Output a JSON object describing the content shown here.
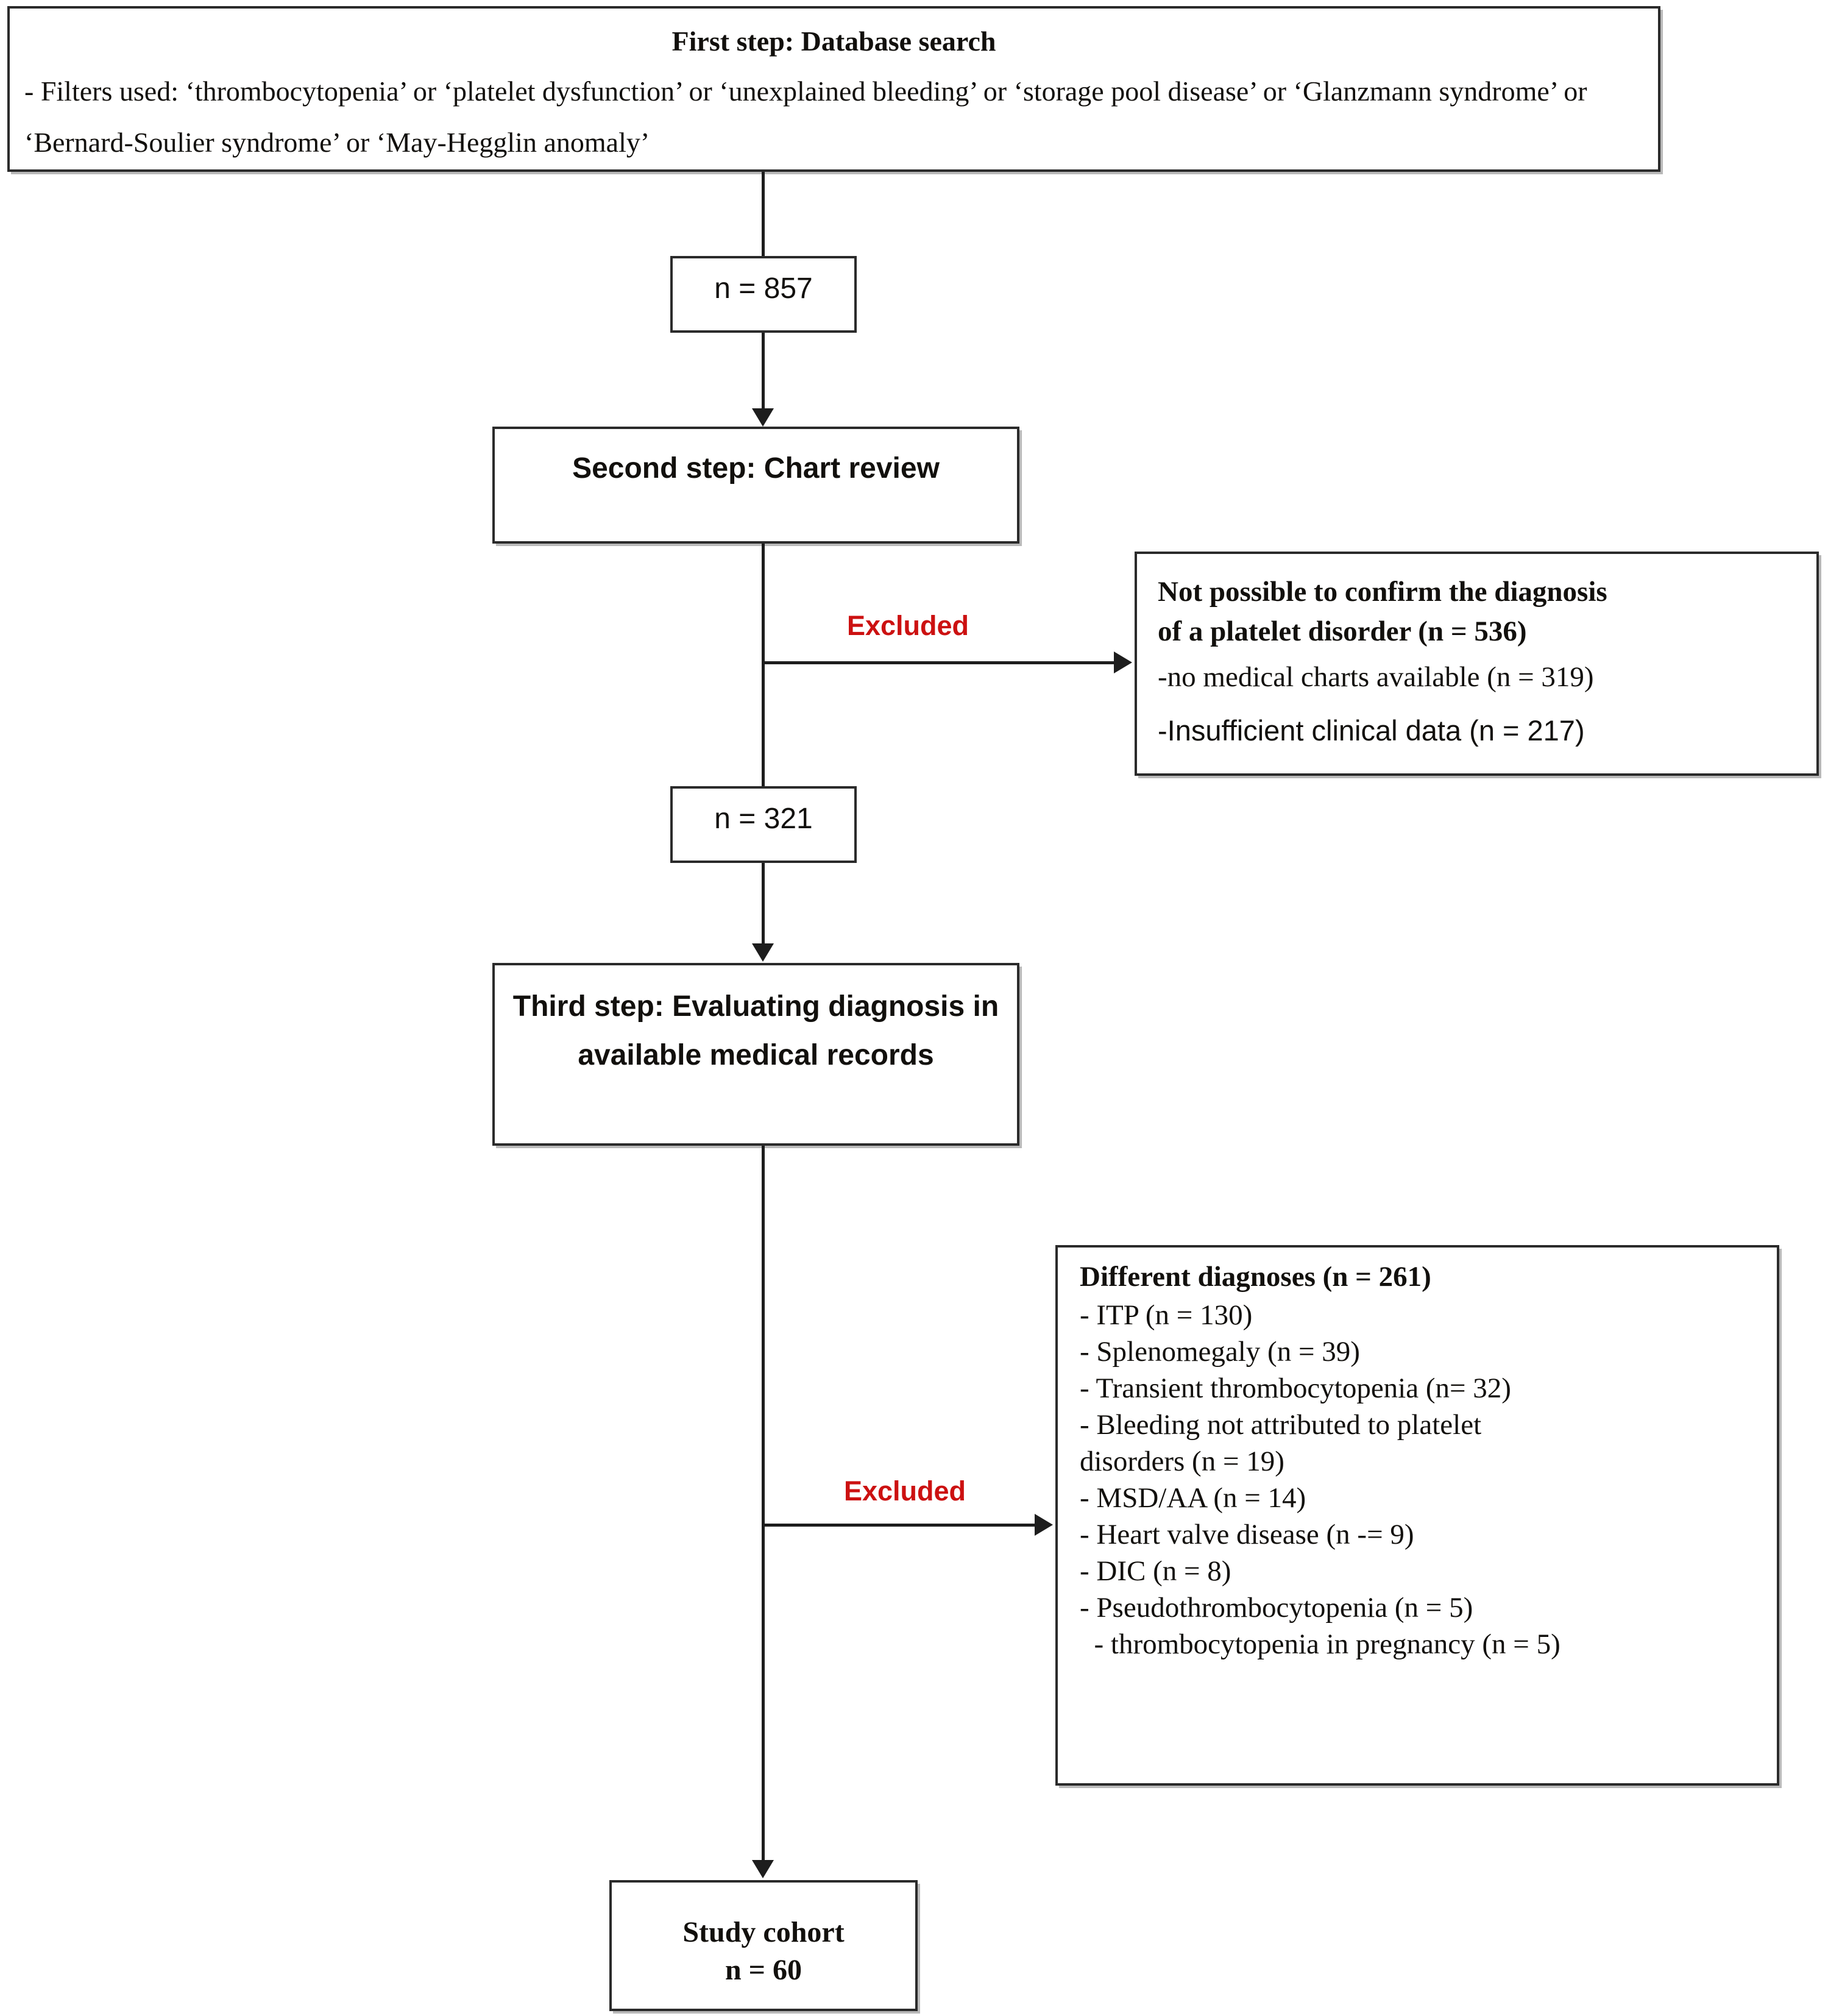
{
  "diagram": {
    "type": "study-selection-flowchart",
    "accent_red": "#cc1111",
    "line_color": "#1d1d1d",
    "border_color": "#2b2b2b"
  },
  "step1": {
    "title": "First step: Database search",
    "body": "- Filters used: ‘thrombocytopenia’ or ‘platelet dysfunction’ or ‘unexplained bleeding’ or ‘storage pool disease’ or ‘Glanzmann syndrome’ or ‘Bernard-Soulier syndrome’ or ‘May-Hegglin anomaly’"
  },
  "count1": {
    "label": "n = 857"
  },
  "step2": {
    "title": "Second step: Chart review"
  },
  "exclusion1": {
    "connector_label": "Excluded",
    "heading_line1": "Not possible to confirm the diagnosis",
    "heading_line2": "of a platelet disorder (n = 536)",
    "items": [
      "-no medical charts available (n = 319)",
      "-Insufficient clinical data (n = 217)"
    ]
  },
  "count2": {
    "label": "n = 321"
  },
  "step3": {
    "title": "Third step: Evaluating diagnosis in available medical records"
  },
  "exclusion2": {
    "connector_label": "Excluded",
    "heading": "Different diagnoses (n = 261)",
    "items": [
      "- ITP (n = 130)",
      "- Splenomegaly (n = 39)",
      "- Transient thrombocytopenia (n= 32)",
      "- Bleeding not attributed to platelet",
      "disorders (n = 19)",
      "- MSD/AA (n = 14)",
      "- Heart valve disease (n -= 9)",
      "- DIC (n = 8)",
      "- Pseudothrombocytopenia (n = 5)",
      "  - thrombocytopenia in pregnancy (n = 5)"
    ]
  },
  "cohort": {
    "title": "Study cohort",
    "count": "n = 60"
  },
  "chart_data": {
    "type": "table",
    "title": "Study selection flow",
    "nodes": [
      {
        "id": "step1",
        "label": "First step: Database search",
        "n": null
      },
      {
        "id": "count1",
        "label": "n = 857",
        "n": 857
      },
      {
        "id": "step2",
        "label": "Second step: Chart review",
        "n": null
      },
      {
        "id": "excluded1",
        "label": "Not possible to confirm the diagnosis of a platelet disorder",
        "n": 536
      },
      {
        "id": "excluded1a",
        "label": "no medical charts available",
        "n": 319
      },
      {
        "id": "excluded1b",
        "label": "Insufficient clinical data",
        "n": 217
      },
      {
        "id": "count2",
        "label": "n = 321",
        "n": 321
      },
      {
        "id": "step3",
        "label": "Third step: Evaluating diagnosis in available medical records",
        "n": null
      },
      {
        "id": "excluded2",
        "label": "Different diagnoses",
        "n": 261
      },
      {
        "id": "ITP",
        "label": "ITP",
        "n": 130
      },
      {
        "id": "splenomegaly",
        "label": "Splenomegaly",
        "n": 39
      },
      {
        "id": "transient",
        "label": "Transient thrombocytopenia",
        "n": 32
      },
      {
        "id": "bleeding",
        "label": "Bleeding not attributed to platelet disorders",
        "n": 19
      },
      {
        "id": "msdaa",
        "label": "MSD/AA",
        "n": 14
      },
      {
        "id": "heartvalve",
        "label": "Heart valve disease",
        "n": 9
      },
      {
        "id": "dic",
        "label": "DIC",
        "n": 8
      },
      {
        "id": "pseudo",
        "label": "Pseudothrombocytopenia",
        "n": 5
      },
      {
        "id": "pregnancy",
        "label": "thrombocytopenia in pregnancy",
        "n": 5
      },
      {
        "id": "cohort",
        "label": "Study cohort",
        "n": 60
      }
    ]
  }
}
